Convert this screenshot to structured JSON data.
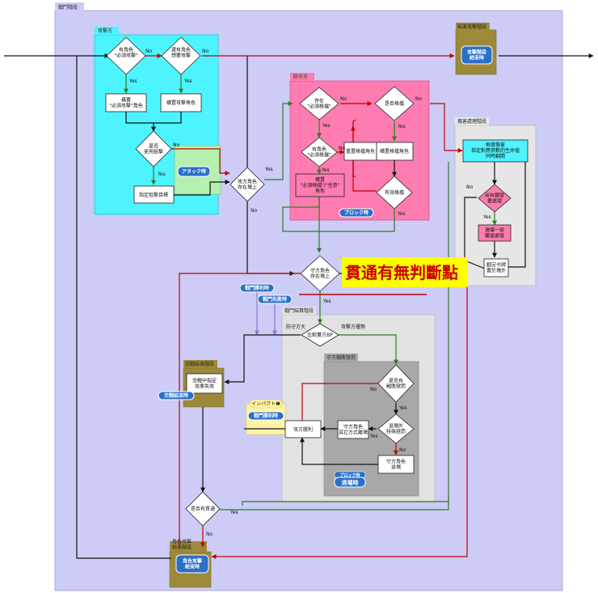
{
  "regions": {
    "battle_phase": "戰鬥階段",
    "attacker": "攻擊方",
    "defender": "防守方",
    "damage_phase": "傷害處理階段",
    "battle_resolution": "戰鬥結算階段",
    "defender_defeat": "守方戰敗懲罰",
    "end_attack_phase": "結束攻擊階段",
    "exchange_end_phase": "交戰結束階段",
    "char_attack_end_phase": "角色攻擊\n結束階段"
  },
  "badges": {
    "attack_end": "攻擊階段\n結束時",
    "attack_when": "アタック時",
    "block_when": "ブロック時",
    "battle_win": "戰鬥勝利時",
    "battle_lose": "戰鬥失敗時",
    "exchange_end": "交戰結束時",
    "impact": "インパクト❶",
    "battle_win2": "戰鬥勝利時",
    "leave_when_top": "ブロック時",
    "leave_when": "退場時",
    "char_attack_end": "角色攻擊\n結束時"
  },
  "nodes": {
    "d_must_attack": "有角色\n\"必須攻擊\"",
    "d_other_attack": "還有角色\n想要攻擊",
    "p_choose_must": "橫置\n\"必須攻擊\"角色",
    "p_choose_attack": "橫置攻擊角色",
    "d_use_tap": "是否\n使用狙擊",
    "p_target": "指定狙擊目標",
    "d_attacker_exists": "攻方角色\n存在場上",
    "d_exists_must_block": "存在\n\"必須格擋\"",
    "d_block_choice": "是否格擋",
    "d_must_block_char": "有角色\n\"必須格擋\"",
    "p_reset_block": "重置格擋角色",
    "p_choose_block": "橫置格擋角色",
    "p_tap_must_block": "橫置\n\"必須格擋\"/\"任意\"\n角色",
    "d_valid_block": "有效格擋",
    "p_damage": "根據傷害\n指定對應張數的生命值\n同時翻開",
    "d_trigger": "尚有觸發\n要處理",
    "p_choose_one": "選擇一張\n觸發處理",
    "p_after_card": "翻完卡牌\n置於場外",
    "d_defender_exists": "守方角色\n存在場上",
    "d_compare_bp": "比較雙方BP",
    "d_penalty": "是否有\n戰敗懲罰",
    "d_other_penalty": "退場外\n特殊懲罰",
    "p_other_leave": "守方角色\n其它方式離場",
    "p_defender_leave": "守方角色\n退場",
    "p_attacker_win": "攻方勝利",
    "p_exchange_effect": "交戰中指定\n效果失效",
    "d_pierce": "是否有貫通"
  },
  "edges": {
    "yes": "Yes",
    "no": "No",
    "defender_big": "防守方大",
    "attacker_adv": "攻擊方優勢"
  },
  "callout": "貫通有無判斷點"
}
